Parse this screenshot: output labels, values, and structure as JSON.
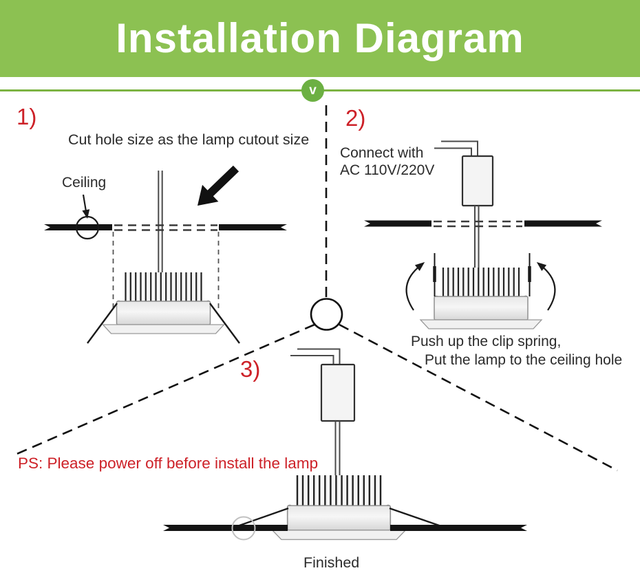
{
  "header": {
    "title": "Installation Diagram",
    "flow_badge": "v"
  },
  "colors": {
    "banner_green": "#8cc152",
    "line_green": "#7cb342",
    "badge_green": "#6cb043",
    "accent_red": "#cd2128",
    "ink": "#2b2b2b"
  },
  "steps": {
    "one": {
      "number": "1)",
      "instruction": "Cut hole size as the lamp cutout size",
      "ceiling_label": "Ceiling"
    },
    "two": {
      "number": "2)",
      "connect_line1": "Connect with",
      "connect_line2": "AC 110V/220V",
      "push_line1": "Push up the clip spring,",
      "push_line2": "Put the lamp to the ceiling hole"
    },
    "three": {
      "number": "3)",
      "warning": "PS: Please power off before install the lamp",
      "finished_label": "Finished"
    }
  },
  "icons": {
    "flow_badge": "v",
    "cut_direction_arrow": "↙",
    "rotate_clip_left": "↺",
    "rotate_clip_right": "↻",
    "ceiling_pointer_arrow": "↓"
  }
}
